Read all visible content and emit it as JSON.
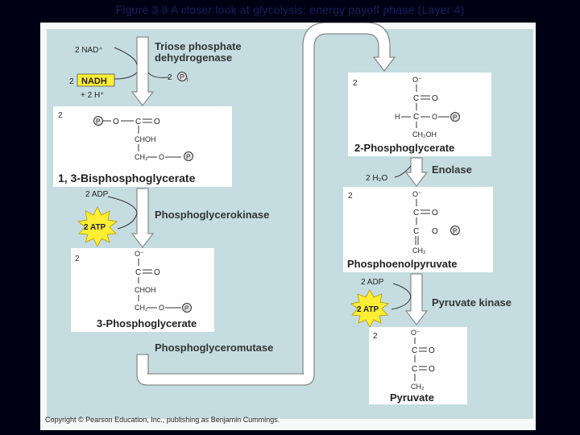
{
  "slide_title": "Figure 3.8  A closer look at glycolysis: energy payoff phase (Layer 4)",
  "colors": {
    "panel": "#f7f9f7",
    "panel_bg": "#c5dde0",
    "box": "#ffffff",
    "arrow_fill": "#ffffff",
    "arrow_stroke": "#8a8a8a",
    "phosphate_fill": "#e4e4e4",
    "atp_star": "#ffee33",
    "nadh_box": "#ffee33",
    "text": "#222222",
    "title_text": "#1a1f5c"
  },
  "icons": [
    "phosphate-circle-icon",
    "atp-starburst-icon",
    "reaction-arrow-icon"
  ],
  "left": {
    "nad_in": "2 NAD⁺",
    "enzyme1": [
      "Triose phosphate",
      "dehydrogenase"
    ],
    "pi_in": "2",
    "pi_label": "P",
    "pi_sub": "i",
    "nadh_count": "2",
    "nadh": "NADH",
    "h_out": "+ 2 H⁺",
    "bpg_count": "2",
    "bpg_name": "1, 3-Bisphosphoglycerate",
    "adp1": "2 ADP",
    "atp1": "2 ATP",
    "enzyme2": "Phosphoglycerokinase",
    "pg3_count": "2",
    "pg3_name": "3-Phosphoglycerate",
    "enzyme3": "Phosphoglyceromutase"
  },
  "right": {
    "pg2_count": "2",
    "pg2_name": "2-Phosphoglycerate",
    "water_out": "2 H₂O",
    "enzyme4": "Enolase",
    "pep_count": "2",
    "pep_name": "Phosphoenolpyruvate",
    "adp2": "2 ADP",
    "atp2": "2 ATP",
    "enzyme5": "Pyruvate kinase",
    "pyr_count": "2",
    "pyr_name": "Pyruvate"
  },
  "chem": {
    "o_minus": "O⁻",
    "c": "C",
    "o": "O",
    "h": "H",
    "p": "P",
    "dash": "—",
    "double": "=",
    "chod": "CHOH",
    "ch2": "CH₂",
    "ch2oh": "CH₂OH"
  },
  "copyright": "Copyright © Pearson Education, Inc., publishing as Benjamin Cummings."
}
